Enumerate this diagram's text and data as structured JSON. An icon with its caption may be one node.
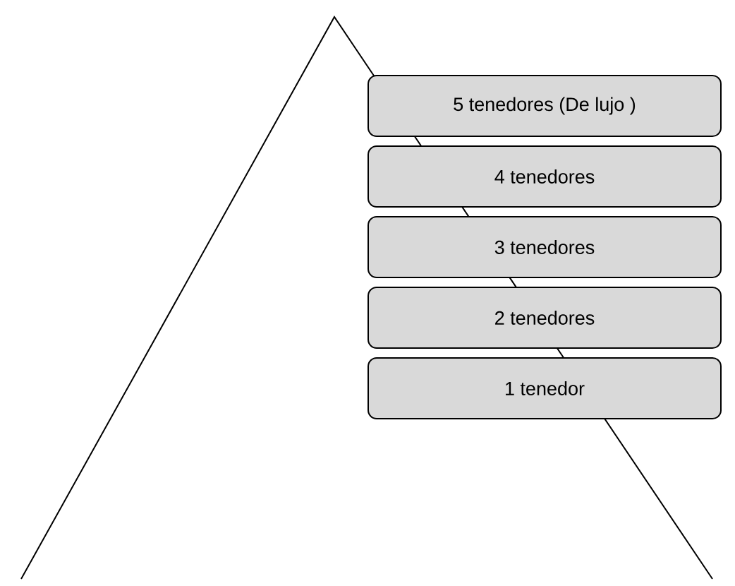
{
  "diagram": {
    "nodes": [
      {
        "text": [
          "5 tenedores (De lujo )"
        ]
      },
      {
        "text": [
          "4 tenedores"
        ]
      },
      {
        "text": [
          "3 tenedores"
        ]
      },
      {
        "text": [
          "2 tenedores"
        ]
      },
      {
        "text": [
          "1 tenedor"
        ]
      }
    ]
  }
}
